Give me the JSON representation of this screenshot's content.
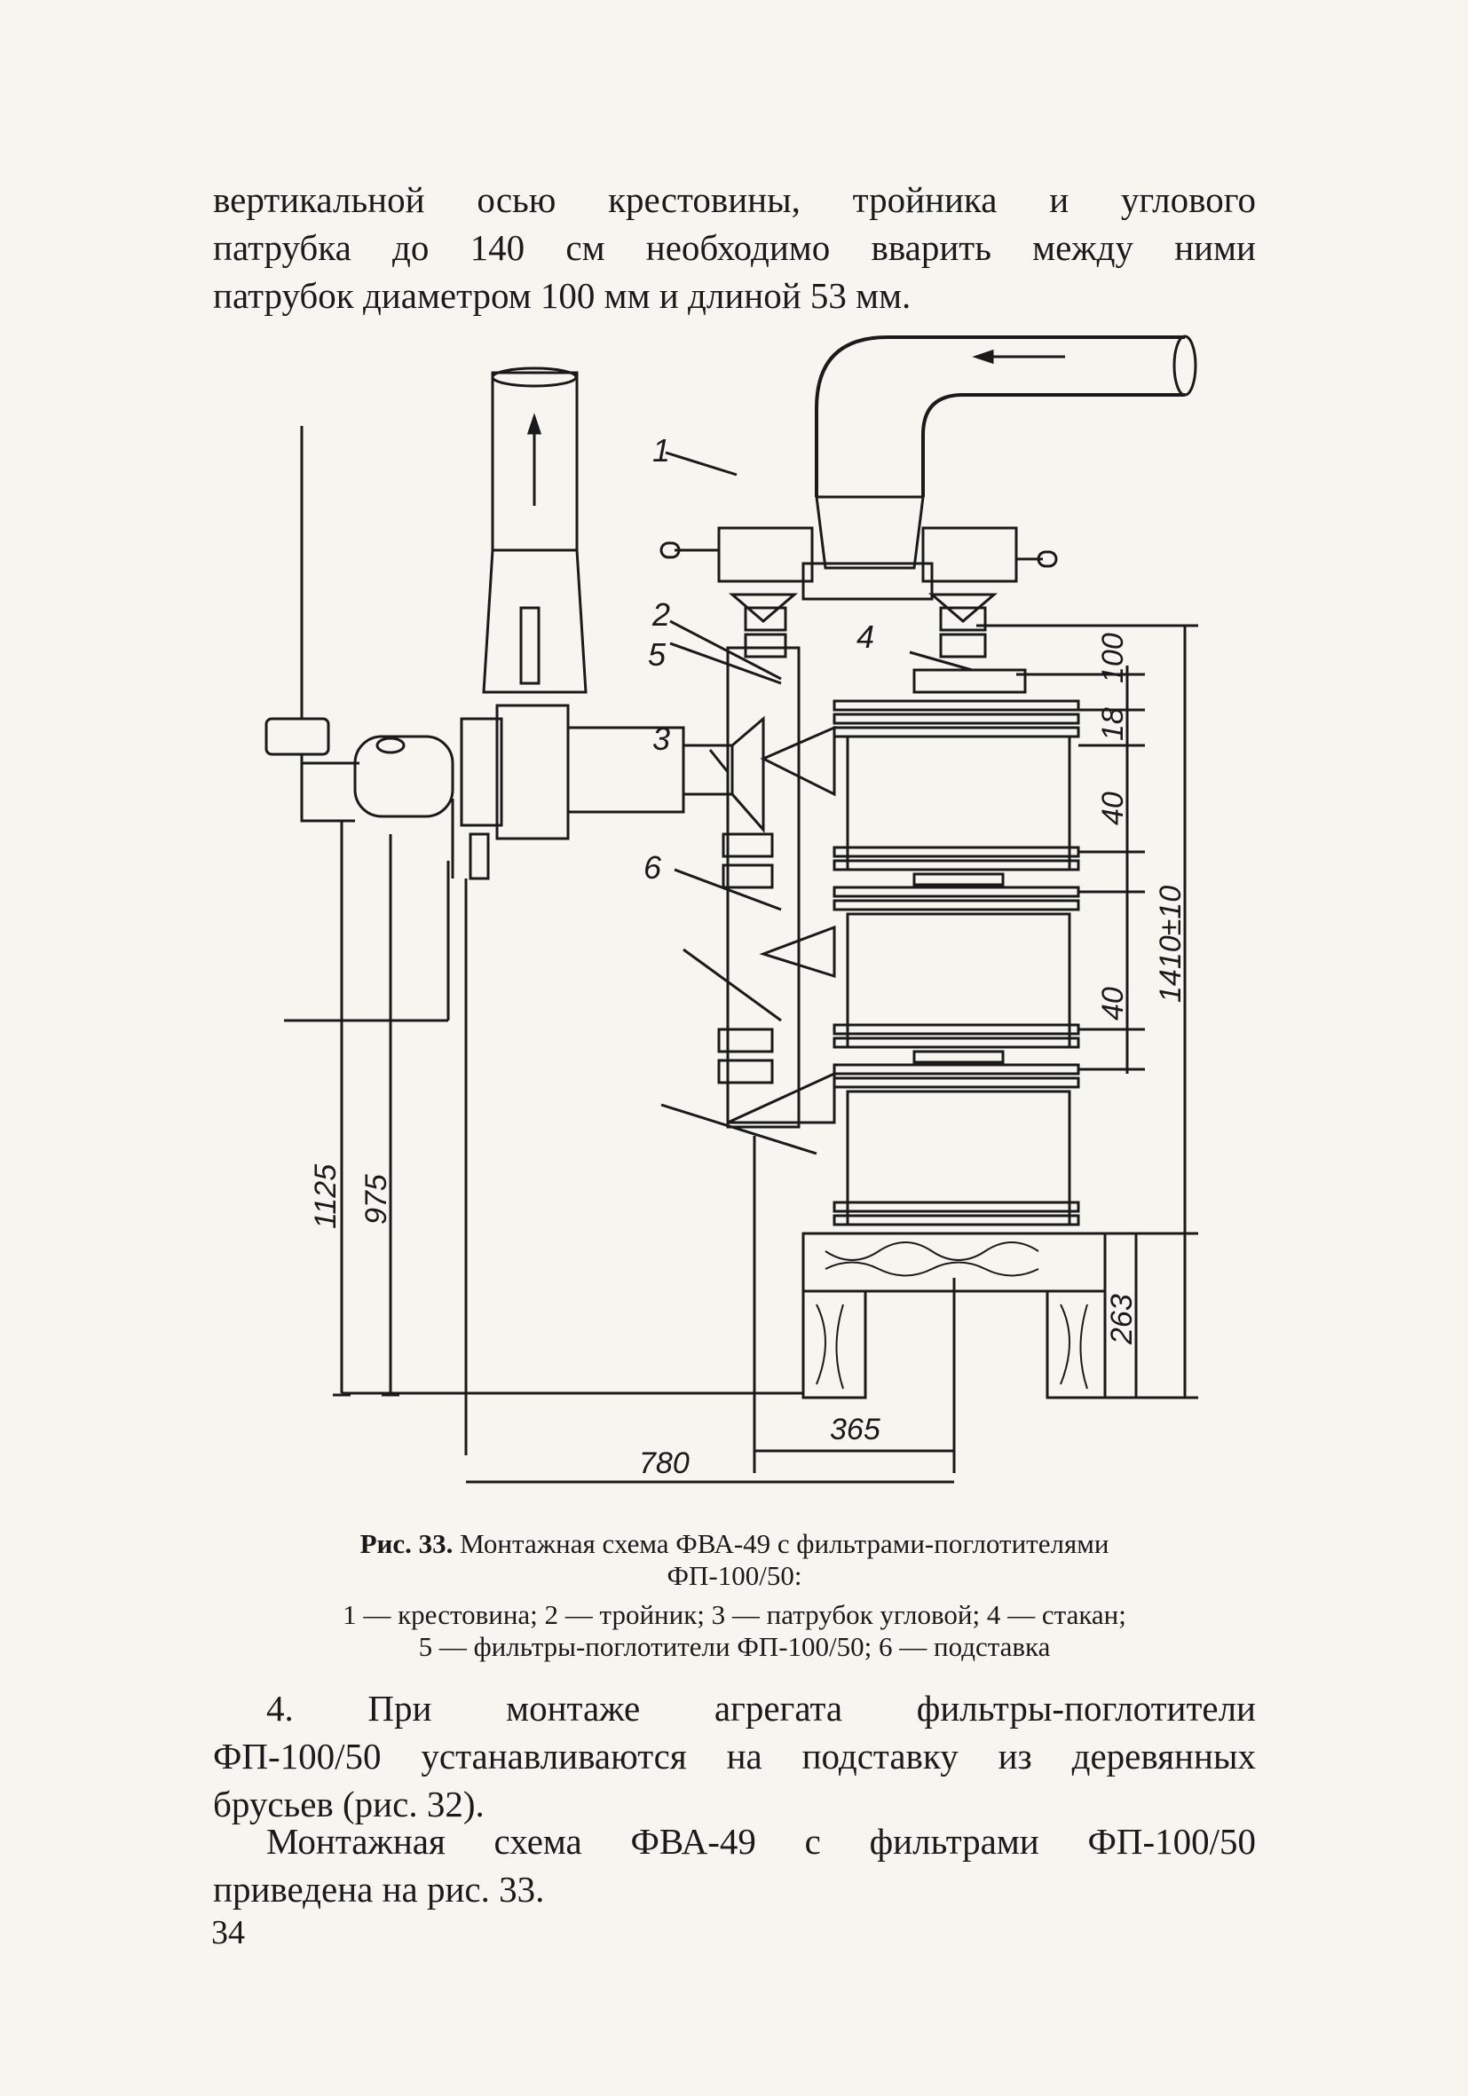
{
  "top_text": {
    "line1": "вертикальной осью крестовины, тройника и углового",
    "line2": "патрубка до 140 см необходимо вварить между ними",
    "line3": "патрубок диаметром 100 мм и длиной 53 мм."
  },
  "figure": {
    "callouts": [
      "1",
      "2",
      "3",
      "4",
      "5",
      "6"
    ],
    "dimensions": {
      "d100": "100",
      "d18": "18",
      "d40a": "40",
      "d40b": "40",
      "d1410": "1410±10",
      "d263": "263",
      "d1125": "1125",
      "d975": "975",
      "d365": "365",
      "d780": "780"
    }
  },
  "caption": {
    "title_prefix": "Рис. 33.",
    "title_line1": " Монтажная схема ФВА-49 с фильтрами-поглотителями",
    "title_line2": "ФП-100/50:",
    "legend_line1": "1 — крестовина; 2 — тройник; 3 — патрубок угловой; 4 — стакан;",
    "legend_line2": "5 — фильтры-поглотители ФП-100/50; 6 — подставка"
  },
  "paragraph4": {
    "line1": "4. При монтаже агрегата фильтры-поглотители",
    "line2": "ФП-100/50 устанавливаются на подставку из деревянных",
    "line3": "брусьев (рис. 32)."
  },
  "paragraph5": {
    "line1": "Монтажная схема ФВА-49 с фильтрами ФП-100/50",
    "line2": "приведена на рис. 33."
  },
  "page_number": "34"
}
